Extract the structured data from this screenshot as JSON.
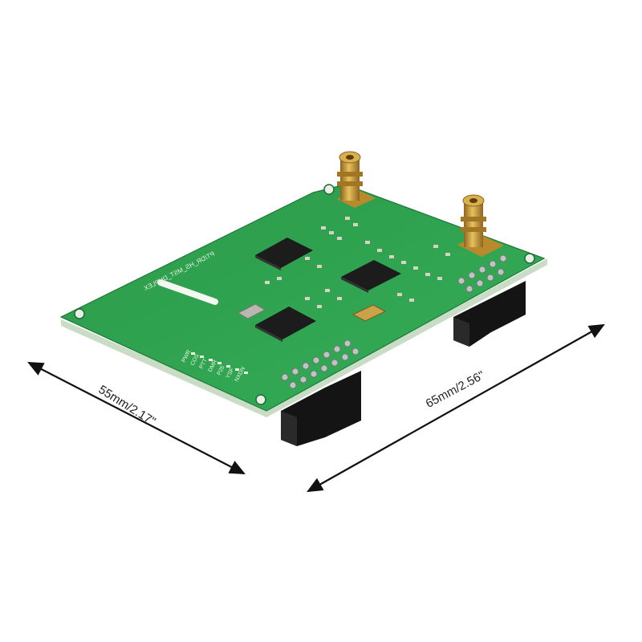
{
  "photo": {
    "subject": "PCB board",
    "silkscreen": {
      "board_name": "PT/DR_HS_MST_DUPLEX",
      "led_labels": [
        "PWR",
        "COS",
        "PTT",
        "DMR",
        "P25",
        "YSF",
        "NXDN"
      ]
    }
  },
  "dimensions": {
    "width_label": "55mm/2.17\"",
    "length_label": "65mm/2.56\""
  },
  "colors": {
    "background": "#ffffff",
    "pcb_top": "#2fa24f",
    "pcb_edge": "#c9dcc5",
    "chip": "#1c1c1c",
    "sma_gold": "#c8962e",
    "header_black": "#141414",
    "arrow": "#111111"
  }
}
